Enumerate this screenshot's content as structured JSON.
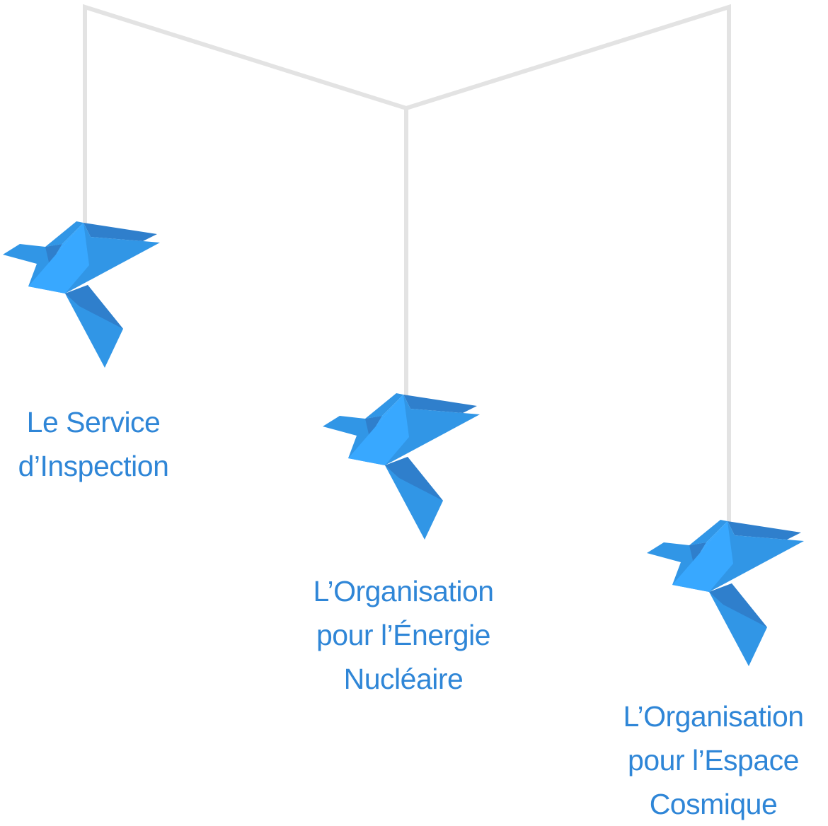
{
  "colors": {
    "string": "#e3e3e3",
    "text": "#2f86d7",
    "bird_light": "#38a8ff",
    "bird_mid": "#3196e6",
    "bird_dark": "#2f7fcc"
  },
  "icons": [
    "origami-bird-icon"
  ],
  "organizations": [
    {
      "lines": [
        "Le Service",
        "d’Inspection"
      ]
    },
    {
      "lines": [
        "L’Organisation",
        "pour l’Énergie",
        "Nucléaire"
      ]
    },
    {
      "lines": [
        "L’Organisation",
        "pour l’Espace",
        "Cosmique"
      ]
    }
  ]
}
